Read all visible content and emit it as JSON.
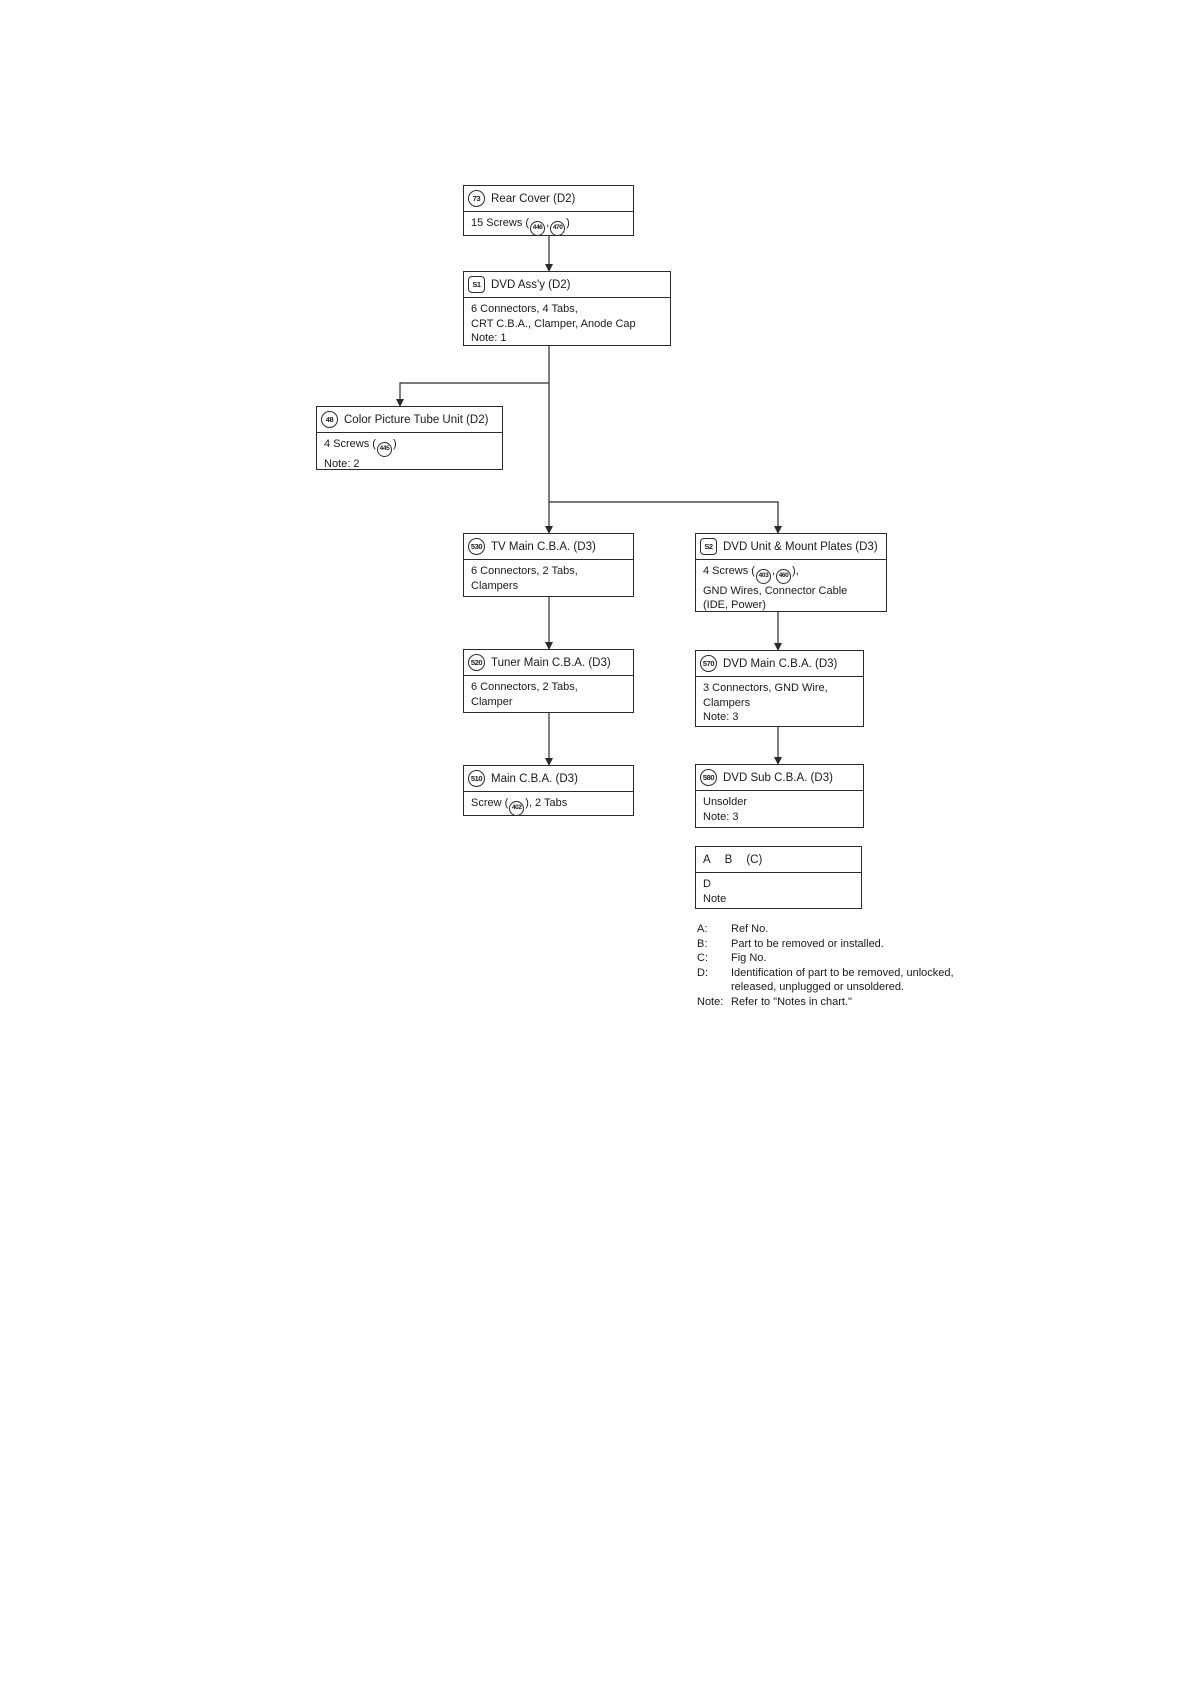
{
  "nodes": {
    "rear_cover": {
      "ref": "73",
      "title": "Rear Cover (D2)",
      "body": {
        "prefix": "15 Screws (",
        "ref_a": "446",
        "sep": ",",
        "ref_b": "470",
        "suffix": ")"
      }
    },
    "dvd_assy": {
      "ref": "S1",
      "title": "DVD Ass'y (D2)",
      "lines": [
        "6 Connectors, 4 Tabs,",
        "CRT C.B.A., Clamper, Anode Cap",
        "Note: 1"
      ]
    },
    "color_picture_tube": {
      "ref": "48",
      "title": "Color Picture Tube Unit (D2)",
      "body": {
        "prefix": "4 Screws (",
        "ref_a": "445",
        "suffix": ")"
      },
      "note": "Note: 2"
    },
    "tv_main_cba": {
      "ref": "530",
      "title": "TV Main C.B.A. (D3)",
      "lines": [
        "6 Connectors, 2 Tabs,",
        "Clampers"
      ]
    },
    "dvd_unit_mount": {
      "ref": "S2",
      "title": "DVD Unit & Mount Plates (D3)",
      "body": {
        "prefix": "4 Screws (",
        "ref_a": "403",
        "sep": ",",
        "ref_b": "460",
        "suffix": "),"
      },
      "lines": [
        "GND Wires, Connector Cable",
        "(IDE, Power)"
      ]
    },
    "tuner_main_cba": {
      "ref": "520",
      "title": "Tuner Main C.B.A. (D3)",
      "lines": [
        "6 Connectors, 2 Tabs,",
        "Clamper"
      ]
    },
    "dvd_main_cba": {
      "ref": "570",
      "title": "DVD Main C.B.A. (D3)",
      "lines": [
        "3 Connectors, GND Wire,",
        "Clampers",
        "Note: 3"
      ]
    },
    "main_cba": {
      "ref": "510",
      "title": "Main C.B.A. (D3)",
      "body": {
        "prefix": "Screw (",
        "ref_a": "402",
        "suffix": "), 2 Tabs"
      }
    },
    "dvd_sub_cba": {
      "ref": "580",
      "title": "DVD Sub C.B.A. (D3)",
      "lines": [
        "Unsolder",
        "Note: 3"
      ]
    }
  },
  "legend_box": {
    "a": "A",
    "b": "B",
    "c": "(C)",
    "d": "D",
    "note": "Note"
  },
  "legend_items": [
    {
      "key": "A:",
      "text": "Ref No."
    },
    {
      "key": "B:",
      "text": "Part to be removed or installed."
    },
    {
      "key": "C:",
      "text": "Fig No."
    },
    {
      "key": "D:",
      "text": "Identification of part to be removed, unlocked,"
    },
    {
      "key": "",
      "text": "released, unplugged or unsoldered."
    },
    {
      "key": "Note:",
      "text": "Refer to \"Notes in chart.\""
    }
  ]
}
